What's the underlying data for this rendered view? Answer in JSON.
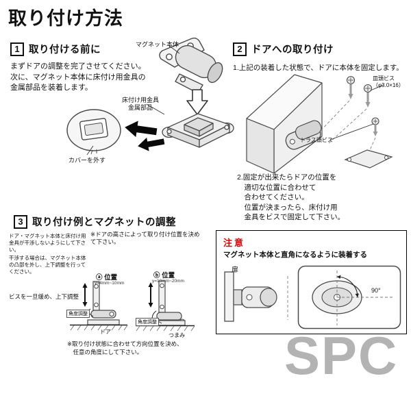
{
  "title": "取り付け方法",
  "watermark": "SPC",
  "colors": {
    "caution_red": "#dd0000",
    "watermark_gray": "#b3b3b3"
  },
  "section1": {
    "num": "1",
    "heading": "取り付ける前に",
    "body": "まずドアの調整を完了させてください。\n次に、マグネット本体に床付け用金具の\n金属部品を装着します。",
    "label_magnet_body": "マグネット本体",
    "label_floor_fitting": "床付け用金具\n金属部品",
    "label_remove_cover": "カバーを外す"
  },
  "section2": {
    "num": "2",
    "heading": "ドアへの取り付け",
    "step1": "1.上記の装着した状態で、ドアに本体を固定します。",
    "label_flat_head_screw": "皿頭ビス\n（φ3.0×16）",
    "label_truss_head_screw": "トラス頭ビス",
    "step2": "2.固定が出来たらドアの位置を\n　適切な位置に合わせて\n　合わせてください。\n　位置が決まったら、床付け用\n　金具をビスで固定して下さい。"
  },
  "section3": {
    "num": "3",
    "heading": "取り付け例とマグネットの調整",
    "note_clearance": "ドア・マグネット本体と床付け用金具が干渉しないようにして下さい。",
    "note_height": "※ドアの高さによって取り付け位置を決めて下さい。",
    "note_adjust": "干渉する場合は、マグネット本体の凸部を外し、上下調整を行ってください。",
    "label_loosen": "ビスを一旦緩め、上下調整",
    "position_a": "ⓐ 位置",
    "position_a_range": "y=4mm~10mm",
    "position_b": "ⓑ 位置",
    "position_b_range": "y=10mm~20mm",
    "label_angle_adjust_a": "角度調整",
    "label_angle_adjust_b": "角度調整",
    "label_door": "ドア",
    "label_knob": "つまみ",
    "note_direction": "※取り付け状態に合わせて方向位置を決め、\n　任意の角度にして下さい。"
  },
  "caution": {
    "title": "注意",
    "text": "マグネット本体と直角になるように装着する",
    "label_door": "扉",
    "angle": "90°"
  }
}
